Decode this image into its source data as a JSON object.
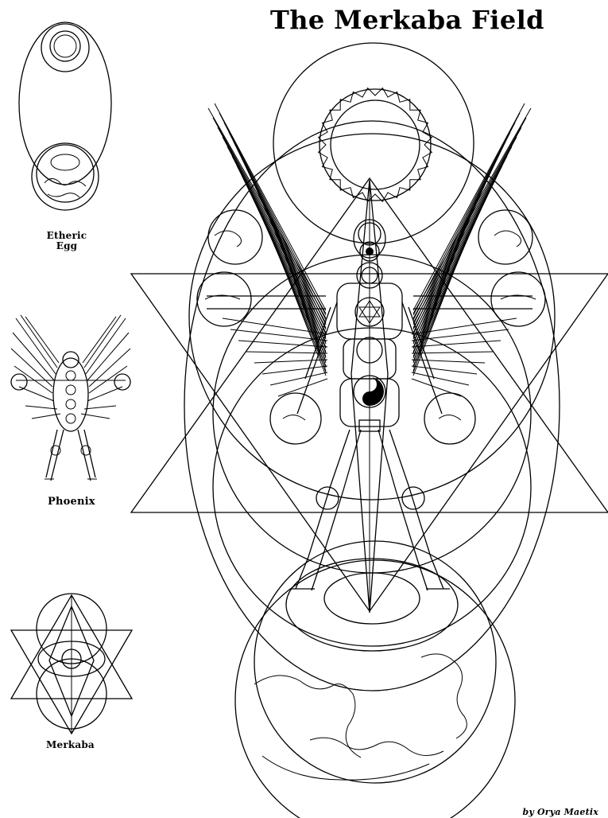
{
  "title": "The Merkaba Field",
  "labels": {
    "etheric_line1": "Etheric",
    "etheric_line2": "Egg",
    "phoenix": "Phoenix",
    "merkaba": "Merkaba"
  },
  "credit": "by Orya Maetix",
  "colors": {
    "ink": "#000000",
    "paper": "#ffffff"
  }
}
